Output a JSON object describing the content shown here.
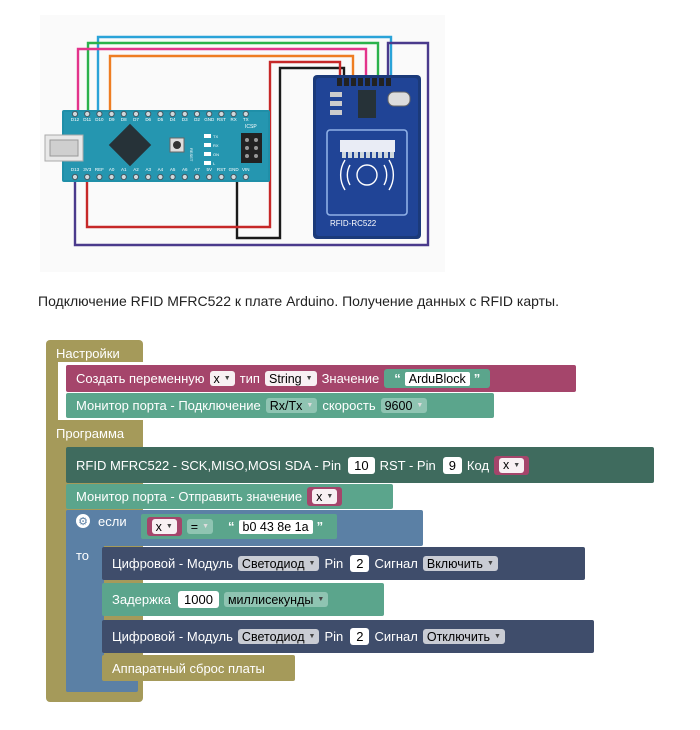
{
  "diagram": {
    "nano_pins_top": [
      "D12",
      "D11",
      "D10",
      "D9",
      "D8",
      "D7",
      "D6",
      "D5",
      "D4",
      "D3",
      "D2",
      "GND",
      "RST",
      "RX",
      "TX"
    ],
    "nano_pins_bottom": [
      "D13",
      "3V3",
      "REF",
      "A0",
      "A1",
      "A2",
      "A3",
      "A4",
      "A5",
      "A6",
      "A7",
      "5V",
      "RST",
      "GND",
      "VIN"
    ],
    "icsp_label": "ICSP",
    "led_labels": [
      "TX",
      "RX",
      "ON",
      "L"
    ],
    "reset_label": "RESET",
    "rfid_label": "RFID-RC522",
    "wire_colors": [
      "#2aa3d8",
      "#2bb24c",
      "#e3338b",
      "#ee7d22",
      "#c62828",
      "#1a1a1a",
      "#4a3a8c"
    ]
  },
  "caption": "Подключение RFID MFRC522 к плате Arduino. Получение данных с RFID карты.",
  "blocks": {
    "setup_header": "Настройки",
    "create_var": {
      "label": "Создать переменную",
      "var": "x",
      "type_label": "тип",
      "type_value": "String",
      "value_label": "Значение",
      "string_value": "ArduBlock"
    },
    "serial_connect": {
      "label": "Монитор порта - Подключение",
      "pins": "Rx/Tx",
      "speed_label": "скорость",
      "speed": "9600"
    },
    "program_header": "Программа",
    "rfid": {
      "label": "RFID MFRC522 - SCK,MISO,MOSI SDA - Pin",
      "sda_pin": "10",
      "rst_label": "RST - Pin",
      "rst_pin": "9",
      "code_label": "Код",
      "var": "x"
    },
    "serial_send": {
      "label": "Монитор порта - Отправить значение",
      "var": "x"
    },
    "if": {
      "label": "если",
      "then_label": "то",
      "var": "x",
      "op": "=",
      "compare_value": "b0 43 8e 1a"
    },
    "digital_on": {
      "label": "Цифровой - Модуль",
      "module": "Светодиод",
      "pin_label": "Pin",
      "pin": "2",
      "signal_label": "Сигнал",
      "signal": "Включить"
    },
    "delay": {
      "label": "Задержка",
      "value": "1000",
      "unit": "миллисекунды"
    },
    "digital_off": {
      "label": "Цифровой - Модуль",
      "module": "Светодиод",
      "pin_label": "Pin",
      "pin": "2",
      "signal_label": "Сигнал",
      "signal": "Отключить"
    },
    "reset": {
      "label": "Аппаратный сброс платы"
    }
  },
  "colors": {
    "setup": "#a59a5a",
    "var_block": "#a5456b",
    "serial": "#5ba58c",
    "rfid": "#3f6b5e",
    "control": "#5b80a5",
    "digital": "#3f4d6b",
    "reset": "#a59a5a"
  }
}
